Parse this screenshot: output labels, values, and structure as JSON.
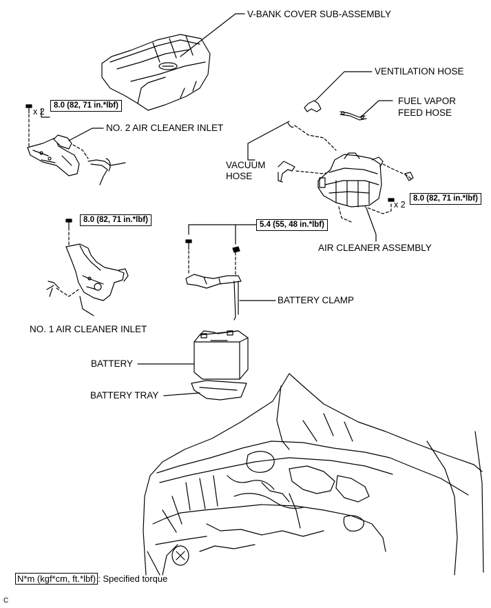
{
  "labels": {
    "v_bank_cover": "V-BANK COVER SUB-ASSEMBLY",
    "ventilation_hose": "VENTILATION HOSE",
    "fuel_vapor_line1": "FUEL VAPOR",
    "fuel_vapor_line2": "FEED HOSE",
    "no2_inlet": "NO. 2 AIR CLEANER INLET",
    "vacuum_line1": "VACUUM",
    "vacuum_line2": "HOSE",
    "air_cleaner_assembly": "AIR CLEANER ASSEMBLY",
    "battery_clamp": "BATTERY CLAMP",
    "no1_inlet": "NO. 1 AIR CLEANER INLET",
    "battery": "BATTERY",
    "battery_tray": "BATTERY TRAY"
  },
  "torques": {
    "no2_inlet": "8.0 (82, 71 in.*lbf)",
    "air_cleaner": "8.0 (82, 71 in.*lbf)",
    "no1_inlet": "8.0 (82, 71 in.*lbf)",
    "battery_clamp": "5.4 (55, 48 in.*lbf)"
  },
  "quantities": {
    "no2_inlet": "x 2",
    "air_cleaner": "x 2"
  },
  "legend": {
    "unit": "N*m (kgf*cm, ft.*lbf)",
    "text": ": Specified torque"
  },
  "figure_code": "C"
}
